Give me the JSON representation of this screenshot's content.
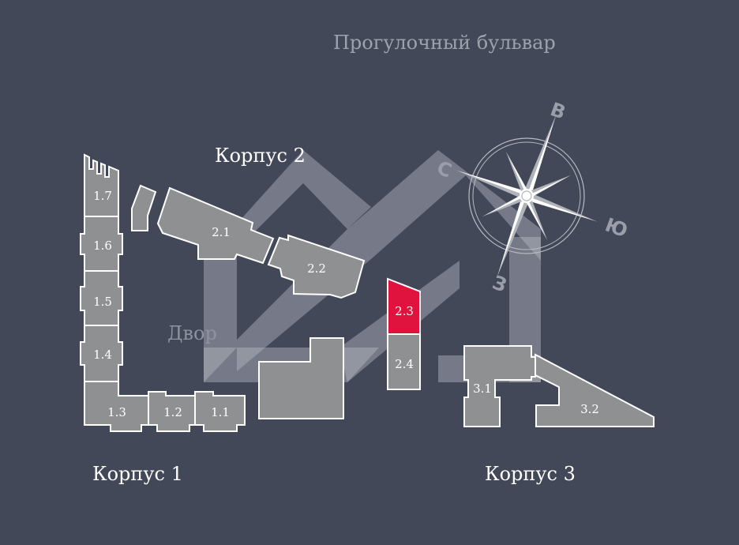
{
  "street": "Прогулочный бульвар",
  "yard": "Двор",
  "corpus_labels": {
    "c1": "Корпус 1",
    "c2": "Корпус 2",
    "c3": "Корпус 3"
  },
  "compass": {
    "north": "С",
    "east": "В",
    "south": "Ю",
    "west": "З"
  },
  "sections": {
    "s1_1": "1.1",
    "s1_2": "1.2",
    "s1_3": "1.3",
    "s1_4": "1.4",
    "s1_5": "1.5",
    "s1_6": "1.6",
    "s1_7": "1.7",
    "s2_1": "2.1",
    "s2_2": "2.2",
    "s2_3": "2.3",
    "s2_4": "2.4",
    "s3_1": "3.1",
    "s3_2": "3.2"
  },
  "selected_section": "2.3",
  "colors": {
    "background": "#434859",
    "building": "#8f9092",
    "selected": "#e0133f",
    "outline": "#ffffff"
  }
}
